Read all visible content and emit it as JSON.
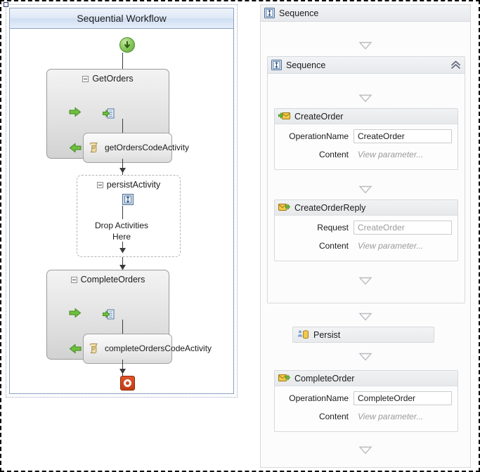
{
  "left_panel": {
    "title": "Sequential Workflow",
    "start_icon": "start-arrow-icon",
    "stop_icon": "stop-icon",
    "activities": [
      {
        "name": "GetOrders",
        "icon": "receive-activity-icon",
        "child": {
          "name": "getOrdersCodeActivity",
          "icon": "code-activity-icon"
        }
      },
      {
        "name": "persistActivity",
        "icon": "persist-activity-icon",
        "drop_text_line1": "Drop Activities",
        "drop_text_line2": "Here"
      },
      {
        "name": "CompleteOrders",
        "icon": "receive-activity-icon",
        "child": {
          "name": "completeOrdersCodeActivity",
          "icon": "code-activity-icon"
        }
      }
    ]
  },
  "right_panel": {
    "outer_sequence": {
      "name": "Sequence",
      "icon": "sequence-icon"
    },
    "inner_sequence": {
      "name": "Sequence",
      "icon": "sequence-icon",
      "collapse_icon": "chevron-up-double-icon"
    },
    "activities": [
      {
        "name": "CreateOrder",
        "icon": "receive-message-icon",
        "properties": [
          {
            "label": "OperationName",
            "value": "CreateOrder",
            "style": "editable"
          },
          {
            "label": "Content",
            "value": "View parameter...",
            "style": "ghost"
          }
        ]
      },
      {
        "name": "CreateOrderReply",
        "icon": "send-reply-icon",
        "properties": [
          {
            "label": "Request",
            "value": "CreateOrder",
            "style": "readonly"
          },
          {
            "label": "Content",
            "value": "View parameter...",
            "style": "ghost"
          }
        ]
      },
      {
        "name": "Persist",
        "icon": "persist-icon",
        "properties": []
      },
      {
        "name": "CompleteOrder",
        "icon": "send-reply-icon",
        "properties": [
          {
            "label": "OperationName",
            "value": "CompleteOrder",
            "style": "editable"
          },
          {
            "label": "Content",
            "value": "View parameter...",
            "style": "ghost"
          }
        ]
      }
    ],
    "drop_target_icon": "drop-triangle-icon"
  },
  "colors": {
    "title_bar_blue": "#cfdef1",
    "panel_border_blue": "#8aa0c4",
    "start_green": "#8ecb63",
    "stop_red": "#c43b12",
    "handle_green": "#6fbf3f",
    "header_grey": "#e7e9ec",
    "ghost_text": "#9b9b9b"
  }
}
